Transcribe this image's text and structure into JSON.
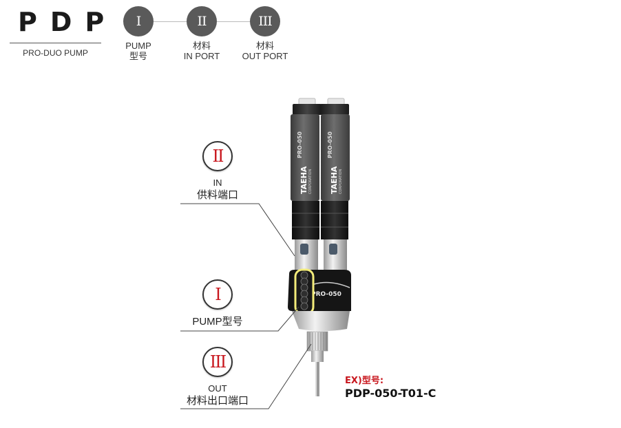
{
  "header": {
    "logo_title": "PDP",
    "logo_subtitle": "PRO-DUO PUMP",
    "steps": [
      {
        "numeral": "I",
        "label_top": "PUMP",
        "label_bottom": "型号"
      },
      {
        "numeral": "II",
        "label_top": "材料",
        "label_bottom": "IN PORT"
      },
      {
        "numeral": "III",
        "label_top": "材料",
        "label_bottom": "OUT PORT"
      }
    ]
  },
  "callouts": {
    "in_port": {
      "numeral": "II",
      "line1": "IN",
      "line2": "供料端口"
    },
    "pump_model": {
      "numeral": "I",
      "label": "PUMP型号"
    },
    "out_port": {
      "numeral": "III",
      "line1": "OUT",
      "line2": "材料出口端口"
    }
  },
  "product": {
    "barrel_text_model": "PRO-050",
    "barrel_text_brand": "TAEHA",
    "barrel_text_corp": "CORPORATION",
    "body_badge": "PRO-050"
  },
  "example": {
    "label": "EX)型号:",
    "model": "PDP-050-T01-C"
  },
  "colors": {
    "step_circle": "#5a5a5a",
    "numeral_red": "#c8161d",
    "example_red": "#c8161d"
  }
}
